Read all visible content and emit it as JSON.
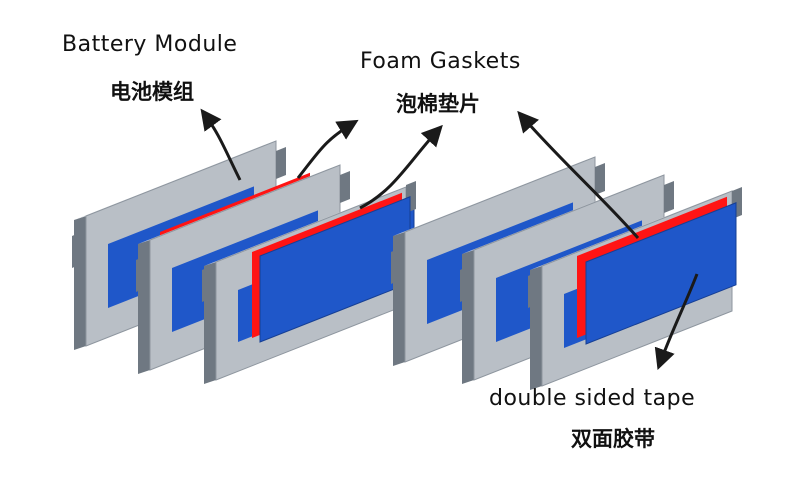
{
  "labels": {
    "battery_module": {
      "en": "Battery Module",
      "zh": "电池模组"
    },
    "foam_gaskets": {
      "en": "Foam Gaskets",
      "zh": "泡棉垫片"
    },
    "double_sided_tape": {
      "en": "double sided tape",
      "zh": "双面胶带"
    }
  },
  "colors": {
    "frame_face": "#b9bfc6",
    "frame_side": "#6f7882",
    "frame_top": "#d7dbe0",
    "cell_blue": "#1f57c9",
    "foam_red": "#ff1414",
    "arrow": "#1a1a1a"
  }
}
